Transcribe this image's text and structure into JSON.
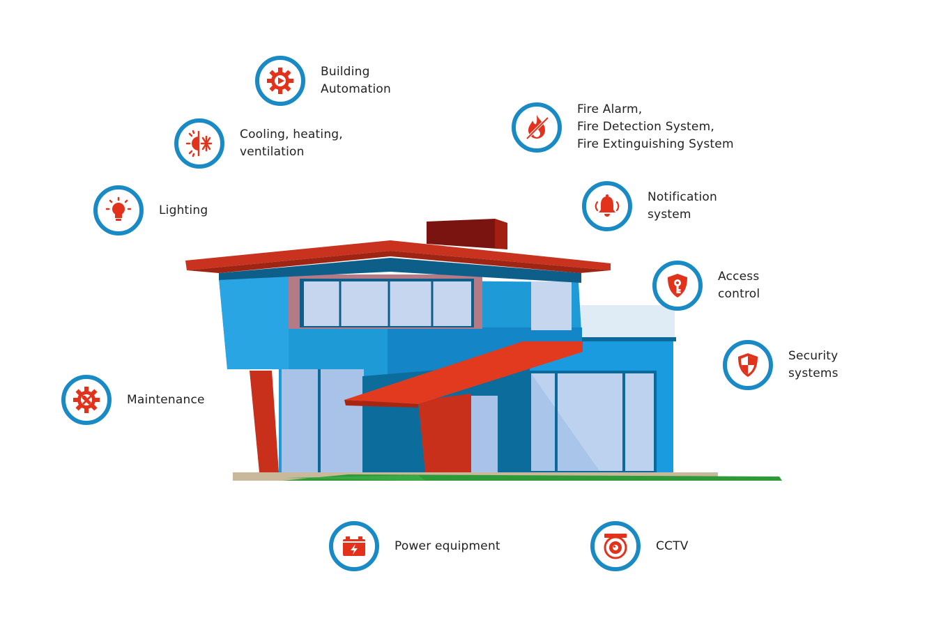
{
  "features": [
    {
      "id": "building-automation",
      "label": "Building\nAutomation",
      "icon": "gear-play-icon"
    },
    {
      "id": "cooling-heating-ventilation",
      "label": "Cooling, heating,\nventilation",
      "icon": "sun-snowflake-icon"
    },
    {
      "id": "lighting",
      "label": "Lighting",
      "icon": "lightbulb-icon"
    },
    {
      "id": "maintenance",
      "label": "Maintenance",
      "icon": "gear-wrench-icon"
    },
    {
      "id": "fire-systems",
      "label": "Fire Alarm,\nFire Detection System,\nFire Extinguishing System",
      "icon": "fire-icon"
    },
    {
      "id": "notification-system",
      "label": "Notification\nsystem",
      "icon": "bell-icon"
    },
    {
      "id": "access-control",
      "label": "Access\ncontrol",
      "icon": "shield-key-icon"
    },
    {
      "id": "security-systems",
      "label": "Security\nsystems",
      "icon": "shield-icon"
    },
    {
      "id": "power-equipment",
      "label": "Power equipment",
      "icon": "battery-icon"
    },
    {
      "id": "cctv",
      "label": "CCTV",
      "icon": "camera-icon"
    }
  ],
  "colors": {
    "ring": "#1a8ac4",
    "icon": "#e2321b",
    "building_blue": "#1e9ad6",
    "roof_red": "#c8321e"
  }
}
